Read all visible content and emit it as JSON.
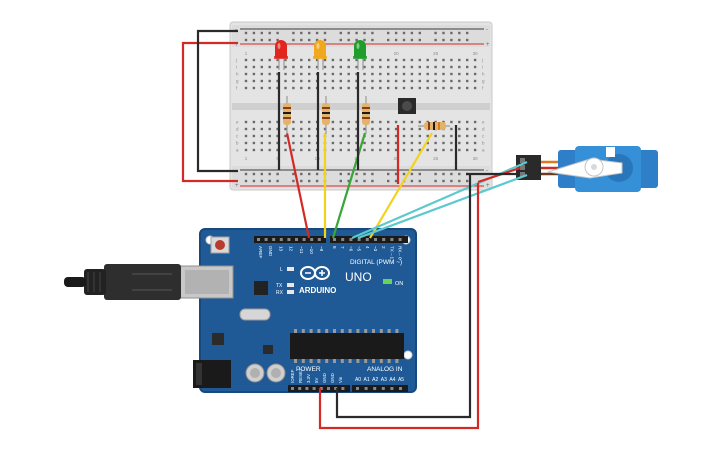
{
  "breadboard": {
    "row_numbers": [
      "1",
      "5",
      "10",
      "15",
      "20",
      "25",
      "30"
    ],
    "rail_plus": "+",
    "rail_minus": "-",
    "row_letters_top": [
      "j",
      "i",
      "h",
      "g",
      "f"
    ],
    "row_letters_bottom": [
      "e",
      "d",
      "c",
      "b",
      "a"
    ]
  },
  "leds": [
    {
      "name": "red-led",
      "color": "#e0261f"
    },
    {
      "name": "yellow-led",
      "color": "#f0a81c"
    },
    {
      "name": "green-led",
      "color": "#1f9e2c"
    }
  ],
  "wire_colors": {
    "red": "#d42a26",
    "black": "#2a2a2a",
    "yellow": "#f2d21b",
    "green": "#3aa637",
    "cyan": "#5ec8cf"
  },
  "arduino": {
    "brand": "ARDUINO",
    "model": "UNO",
    "digital_label": "DIGITAL (PWM ~)",
    "power_label": "POWER",
    "analog_label": "ANALOG IN",
    "on_label": "ON",
    "led_l": "L",
    "led_tx": "TX",
    "led_rx": "RX",
    "pin_labels_top": [
      "AREF",
      "GND",
      "13",
      "12",
      "~11",
      "~10",
      "~9",
      "8",
      "7",
      "~6",
      "~5",
      "4",
      "~3",
      "2",
      "TX→1",
      "RX←0"
    ],
    "pin_labels_power": [
      "IOREF",
      "RESET",
      "3.3V",
      "5V",
      "GND",
      "GND",
      "Vin"
    ],
    "pin_labels_analog": [
      "A0",
      "A1",
      "A2",
      "A3",
      "A4",
      "A5"
    ],
    "board_color": "#1f5a96"
  }
}
